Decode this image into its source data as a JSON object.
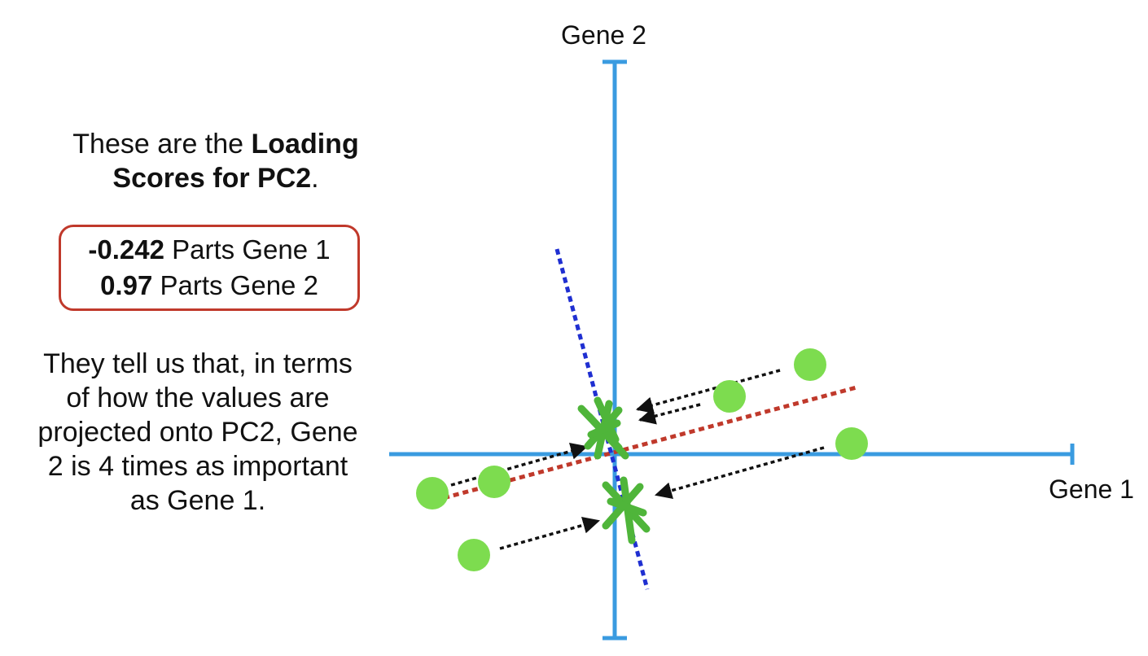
{
  "heading": {
    "line1_prefix": "These are the ",
    "line1_bold": "Loading",
    "line2_bold": "Scores for PC2",
    "line2_suffix": "."
  },
  "loading_scores": [
    {
      "value": "-0.242",
      "label": " Parts Gene 1"
    },
    {
      "value": "0.97",
      "label": " Parts Gene 2"
    }
  ],
  "explanation": [
    "They tell us that, in terms",
    "of how the values are",
    "projected onto PC2, Gene",
    "2 is 4 times as important",
    "as Gene 1."
  ],
  "axes": {
    "x_label": "Gene 1",
    "y_label": "Gene 2",
    "axis_color": "#3a9be0"
  },
  "colors": {
    "pc1_line": "#c0392b",
    "pc2_line": "#1f2fd1",
    "data_point": "#7ddc4f",
    "projection_mark": "#4fb53a",
    "projection_arrow": "#111111",
    "box_border": "#c0392b"
  }
}
